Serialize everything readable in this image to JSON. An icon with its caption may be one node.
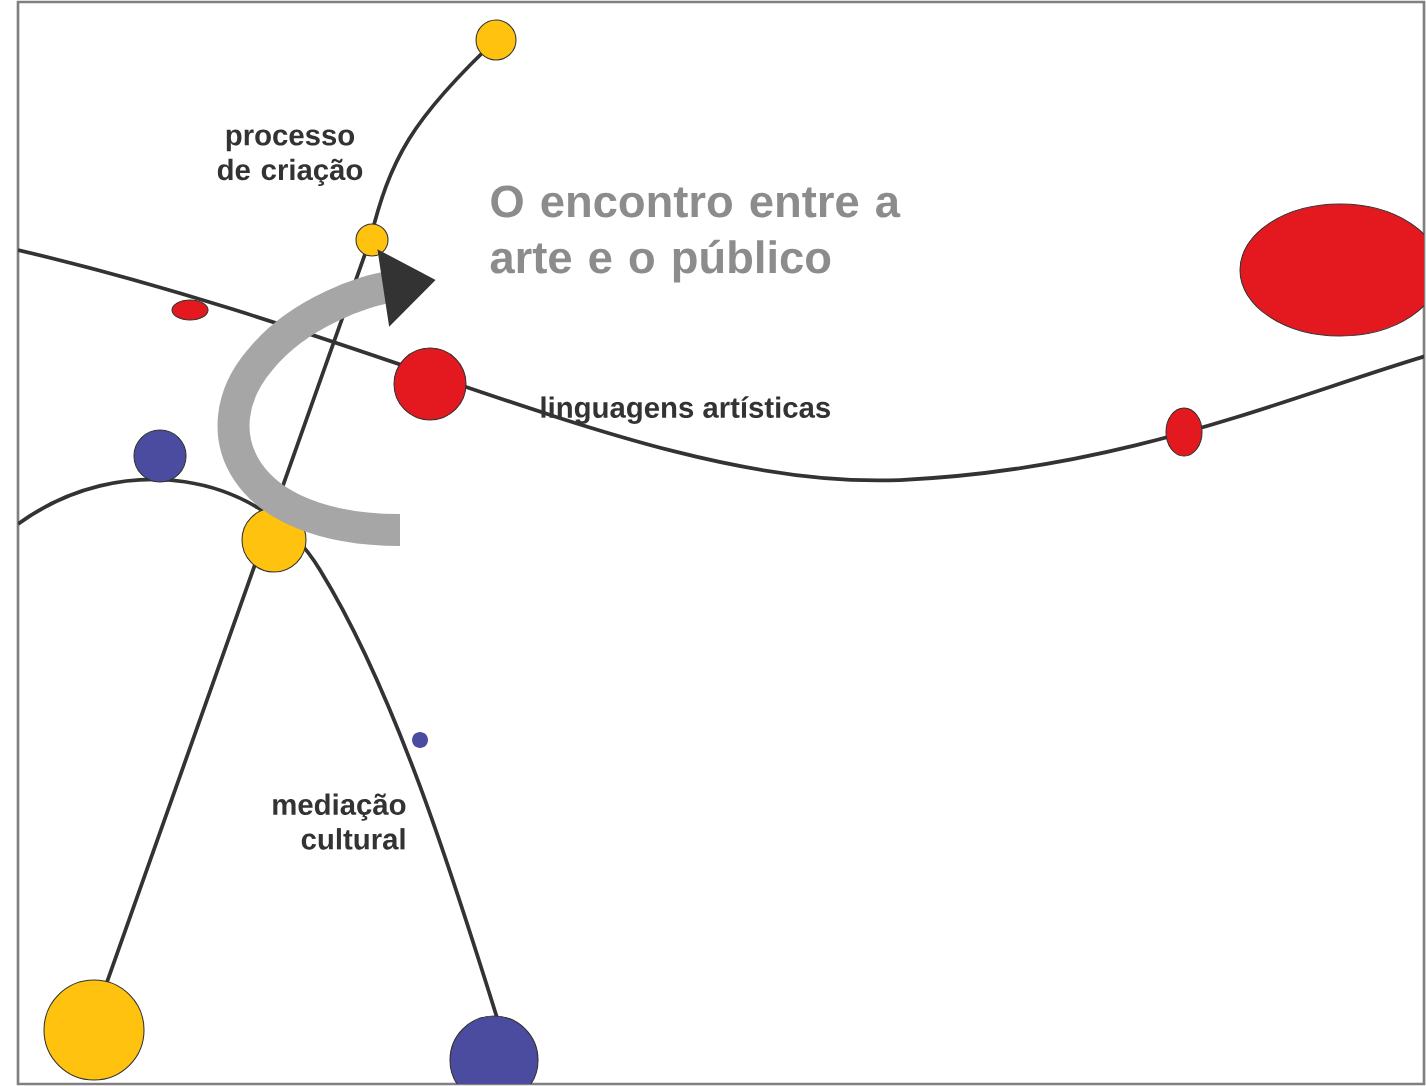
{
  "diagram": {
    "title": "O encontro entre a arte e o público",
    "labels": [
      "processo de criação",
      "linguagens artísticas",
      "mediação cultural"
    ]
  }
}
